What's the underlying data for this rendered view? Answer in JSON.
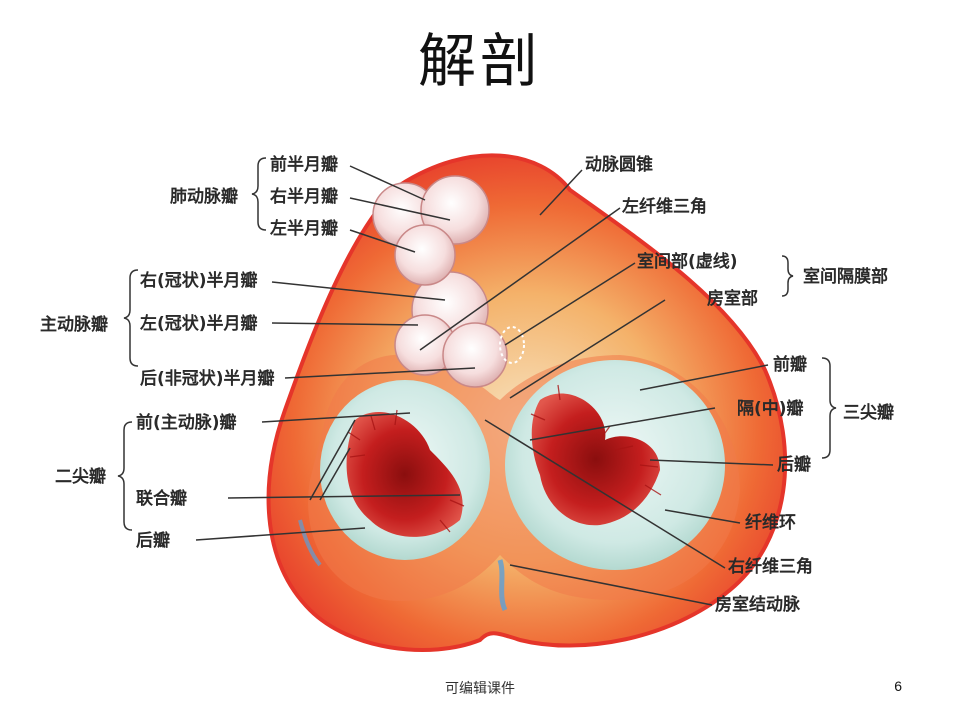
{
  "slide": {
    "title": "解剖",
    "footer": "可编辑课件",
    "page_number": "6"
  },
  "figure": {
    "left_labels": {
      "pulmonary_group": "肺动脉瓣",
      "pulm_anterior": "前半月瓣",
      "pulm_right": "右半月瓣",
      "pulm_left": "左半月瓣",
      "aortic_group": "主动脉瓣",
      "aortic_right": "右(冠状)半月瓣",
      "aortic_left": "左(冠状)半月瓣",
      "aortic_posterior": "后(非冠状)半月瓣",
      "mitral_group": "二尖瓣",
      "mitral_anterior": "前(主动脉)瓣",
      "mitral_commissural": "联合瓣",
      "mitral_posterior": "后瓣"
    },
    "right_labels": {
      "conus": "动脉圆锥",
      "left_fibrous_trigone": "左纤维三角",
      "interventricular_part": "室间部(虚线)",
      "membranous_septum": "室间隔膜部",
      "atrioventricular_part": "房室部",
      "tricuspid_group": "三尖瓣",
      "tric_anterior": "前瓣",
      "tric_septal": "隔(中)瓣",
      "tric_posterior": "后瓣",
      "fibrous_ring": "纤维环",
      "right_fibrous_trigone": "右纤维三角",
      "av_nodal_artery": "房室结动脉"
    }
  },
  "colors": {
    "heart_outer": "#e8392a",
    "heart_fat": "#f5a623",
    "valve_pale": "#cfe9e4",
    "leaflet_red": "#c41e1e",
    "leader_line": "#333333"
  }
}
